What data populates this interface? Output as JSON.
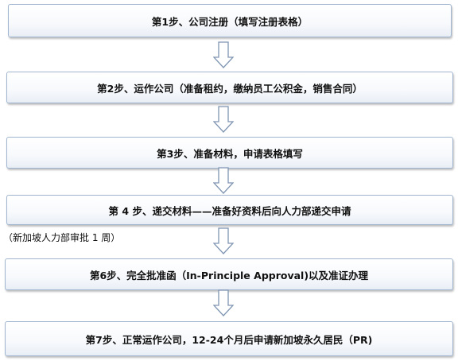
{
  "steps": [
    "第1步、公司注册（填写注册表格）",
    "第2步、运作公司（准备租约，缴纳员工公积金，销售合同）",
    "第3步、准备材料，申请表格填写",
    "第 4 步、递交材料——准备好资料后向人力部递交申请",
    "第6步、完全批准函（In-Principle Approval)以及准证办理",
    "第7步、正常运作公司，12-24个月后申请新加坡永久居民（PR)"
  ],
  "note": "（新加坡人力部审批 1 周）"
}
